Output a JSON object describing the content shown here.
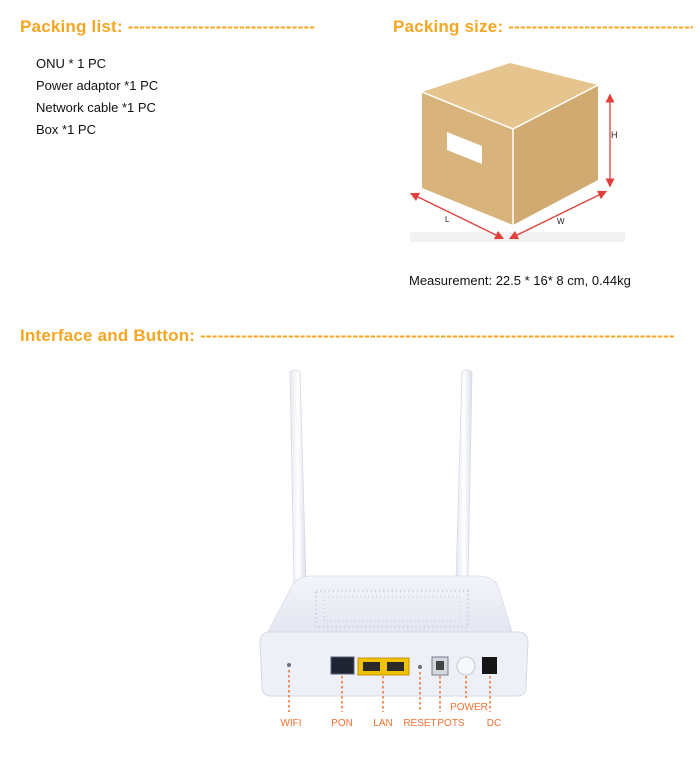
{
  "colors": {
    "accent": "#f5a623",
    "box": "#d8b47c",
    "arrow": "#e0403a",
    "label": "#f07030",
    "device": "#eef0f8"
  },
  "packing_list": {
    "heading": "Packing list: --------------------------------",
    "items": [
      "ONU * 1 PC",
      "Power adaptor *1 PC",
      "Network cable *1 PC",
      "Box *1 PC"
    ]
  },
  "packing_size": {
    "heading": "Packing size: --------------------------------",
    "dims": {
      "h": "H",
      "l": "L",
      "w": "W"
    },
    "measurement": "Measurement: 22.5 * 16* 8 cm, 0.44kg"
  },
  "interface": {
    "heading": "Interface and Button: ---------------------------------------------------------------------------------",
    "labels": {
      "wifi": "WIFI",
      "pon": "PON",
      "lan": "LAN",
      "reset": "RESET",
      "pots": "POTS",
      "power": "POWER",
      "dc": "DC"
    }
  }
}
